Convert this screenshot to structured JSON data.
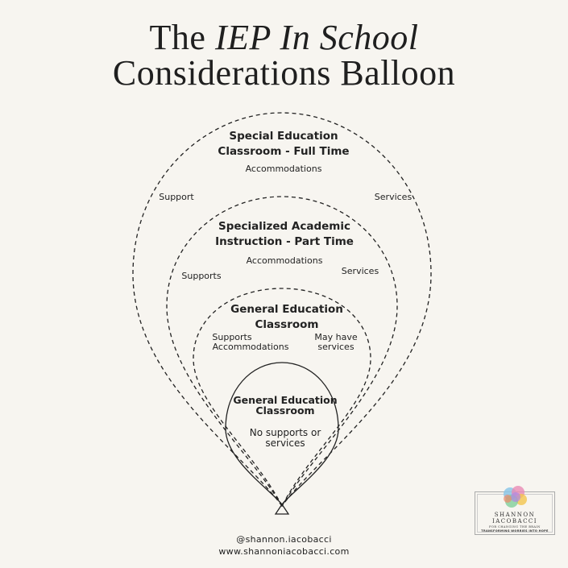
{
  "title": {
    "line1_prefix": "The ",
    "line1_italic": "IEP In School",
    "line2": "Considerations Balloon"
  },
  "outer": {
    "heading": "Special Education Classroom - Full Time",
    "accommodations": "Accommodations",
    "support": "Support",
    "services": "Services"
  },
  "second": {
    "heading": "Specialized Academic Instruction - Part Time",
    "accommodations": "Accommodations",
    "supports": "Supports",
    "services": "Services"
  },
  "third": {
    "heading": "General Education Classroom",
    "supports": "Supports",
    "accommodations": "Accommodations",
    "may_have": "May have services"
  },
  "inner": {
    "heading": "General Education Classroom",
    "note": "No supports or services"
  },
  "footer": {
    "handle": "@shannon.iacobacci",
    "website": "www.shannoniacobacci.com"
  },
  "logo": {
    "icon": "brain-icon",
    "line1": "SHANNON",
    "line2": "IACOBACCI",
    "line3": "FOR CHANGING THE BRAIN",
    "line4": "TRANSFORMING WORRIES INTO HOPE"
  }
}
